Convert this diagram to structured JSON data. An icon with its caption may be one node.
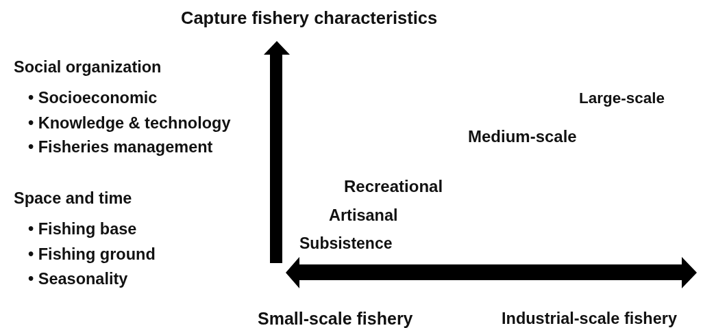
{
  "diagram": {
    "labels": [
      "Capture fishery characteristics",
      "Social organization",
      "• Socioeconomic",
      "• Knowledge & technology",
      "• Fisheries management",
      "Space and time",
      "• Fishing base",
      "• Fishing ground",
      "• Seasonality",
      "Large-scale",
      "Medium-scale",
      "Recreational",
      "Artisanal",
      "Subsistence",
      "Small-scale fishery",
      "Industrial-scale fishery"
    ]
  }
}
